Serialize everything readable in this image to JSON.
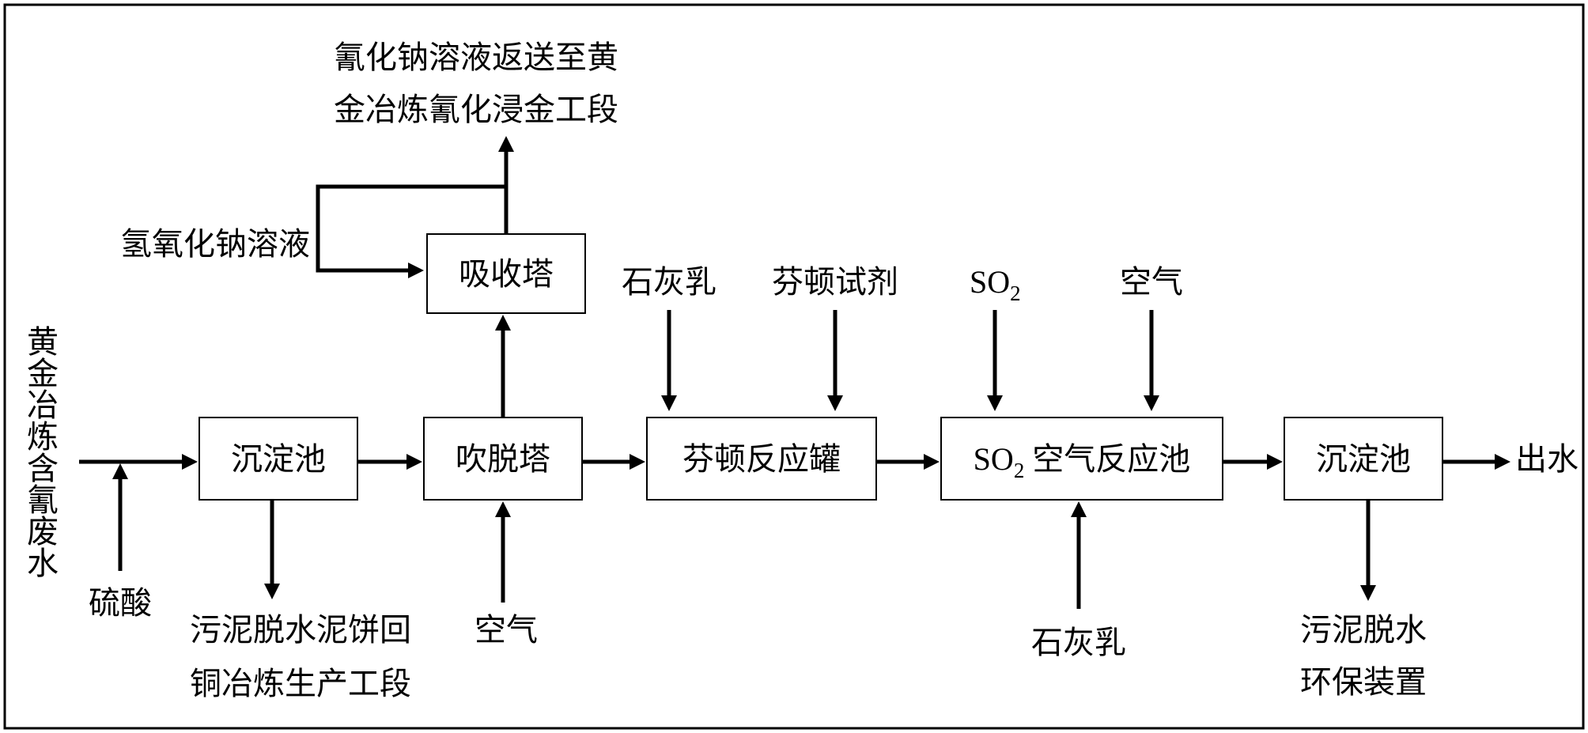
{
  "boxes": {
    "sed1": "沉淀池",
    "stripping": "吹脱塔",
    "absorber": "吸收塔",
    "fenton": "芬顿反应罐",
    "so2_reactor_formula": "SO",
    "so2_reactor_sub": "2",
    "so2_reactor_rest": " 空气反应池",
    "sed2": "沉淀池"
  },
  "labels": {
    "feed": [
      "黄",
      "金",
      "冶",
      "炼",
      "含",
      "氰",
      "废",
      "水"
    ],
    "acid": "硫酸",
    "sludge1": [
      "污泥脱水泥饼回",
      "铜冶炼生产工段"
    ],
    "air1": "空气",
    "naoh": "氢氧化钠溶液",
    "cyanide_return": [
      "氰化钠溶液返送至黄",
      "金冶炼氰化浸金工段"
    ],
    "lime1": "石灰乳",
    "fenton_reagent": "芬顿试剂",
    "so2_formula": "SO",
    "so2_sub": "2",
    "air2": "空气",
    "lime2": "石灰乳",
    "outlet": "出水",
    "sludge2": [
      "污泥脱水",
      "环保装置"
    ]
  }
}
